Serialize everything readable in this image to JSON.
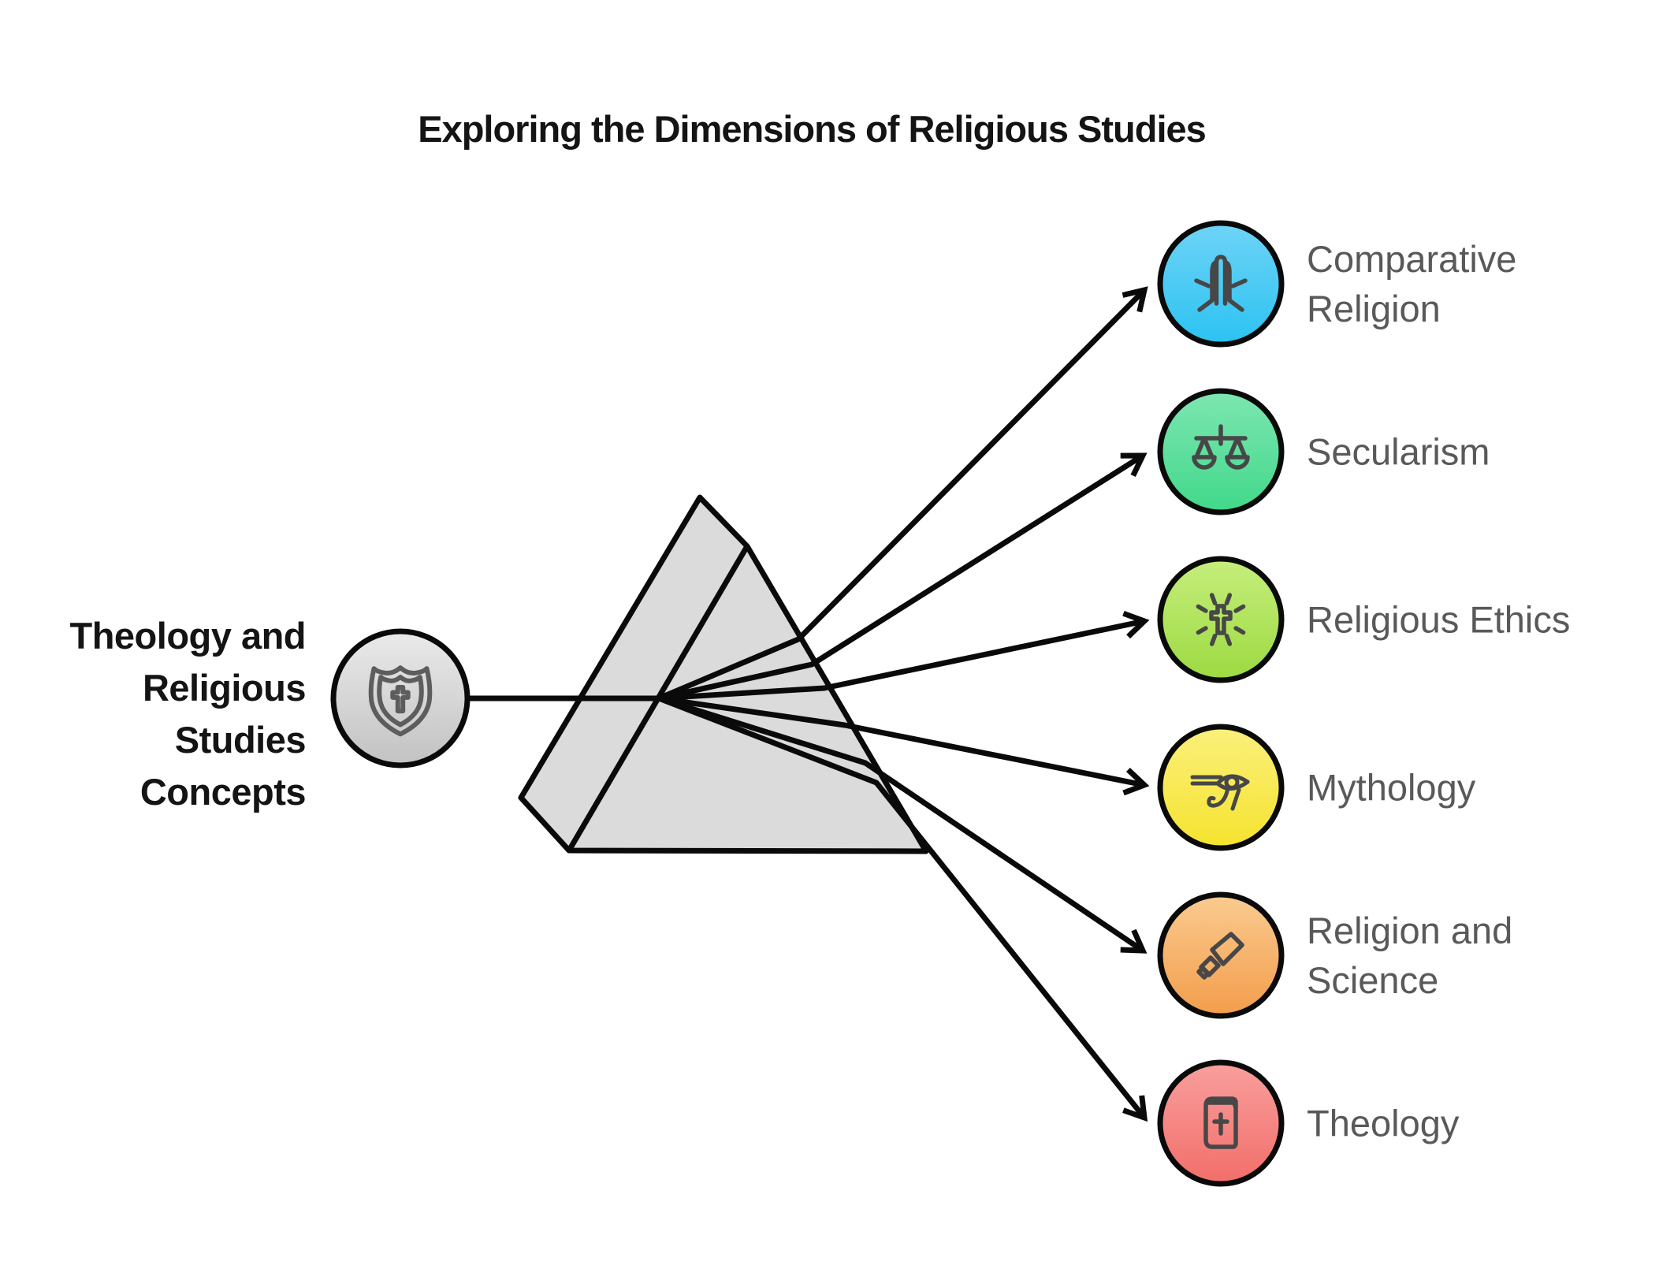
{
  "title": "Exploring the Dimensions of Religious Studies",
  "source": {
    "label": "Theology and Religious Studies Concepts",
    "lines": [
      "Theology and",
      "Religious",
      "Studies",
      "Concepts"
    ],
    "icon": "shield-cross-icon",
    "top": "#EAEAEA",
    "bottom": "#C2C2C2"
  },
  "prism": {
    "name": "prism",
    "fill": "#DBDBDB",
    "stroke": "#0A0A0A"
  },
  "nodes": [
    {
      "label": "Comparative Religion",
      "lines": [
        "Comparative",
        "Religion"
      ],
      "icon": "praying-hands-icon",
      "top": "#6FD3F7",
      "bottom": "#2BC3F1"
    },
    {
      "label": "Secularism",
      "lines": [
        "Secularism"
      ],
      "icon": "scales-icon",
      "top": "#7EE6B1",
      "bottom": "#41D88A"
    },
    {
      "label": "Religious Ethics",
      "lines": [
        "Religious Ethics"
      ],
      "icon": "radiant-cross-icon",
      "top": "#C6EE7C",
      "bottom": "#9CDA41"
    },
    {
      "label": "Mythology",
      "lines": [
        "Mythology"
      ],
      "icon": "eye-of-horus-icon",
      "top": "#FBF07C",
      "bottom": "#F5E32E"
    },
    {
      "label": "Religion and Science",
      "lines": [
        "Religion and",
        "Science"
      ],
      "icon": "telescope-icon",
      "top": "#FACB90",
      "bottom": "#F39D4B"
    },
    {
      "label": "Theology",
      "lines": [
        "Theology"
      ],
      "icon": "bible-icon",
      "top": "#F99F9D",
      "bottom": "#F26E6A"
    }
  ],
  "colors": {
    "line": "#0A0A0A",
    "icon_stroke": "#474747",
    "shield_stroke": "#5D5D5D",
    "label_gray": "#595959",
    "text_black": "#141414",
    "background": "#FFFFFF"
  }
}
